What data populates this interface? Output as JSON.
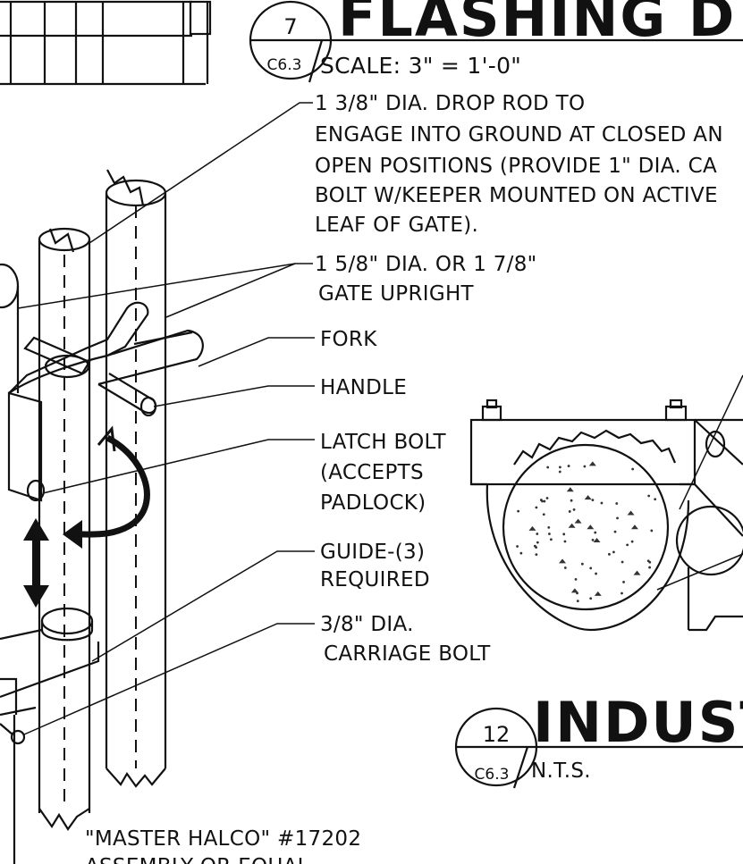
{
  "detail_7": {
    "number": "7",
    "sheet": "C6.3",
    "title": "FLASHING D",
    "scale": "SCALE: 3\" = 1'-0\""
  },
  "detail_12": {
    "number": "12",
    "sheet": "C6.3",
    "title": "INDUST",
    "scale": "N.T.S."
  },
  "callouts": {
    "drop_rod": [
      "1 3/8\" DIA. DROP ROD TO",
      "ENGAGE INTO GROUND AT CLOSED AN",
      "OPEN POSITIONS (PROVIDE 1\" DIA. CA",
      "BOLT W/KEEPER MOUNTED ON ACTIVE",
      "LEAF OF GATE)."
    ],
    "gate_upright": [
      "1 5/8\" DIA. OR 1 7/8\"",
      "GATE UPRIGHT"
    ],
    "fork": "FORK",
    "handle": "HANDLE",
    "latch_bolt": [
      "LATCH BOLT",
      "(ACCEPTS",
      "PADLOCK)"
    ],
    "guide": [
      "GUIDE-(3)",
      "REQUIRED"
    ],
    "carriage_bolt": [
      "3/8\" DIA.",
      "CARRIAGE BOLT"
    ],
    "master_halco": [
      "\"MASTER HALCO\" #17202",
      "ASSEMBLY OR EQUAL"
    ]
  },
  "colors": {
    "ink": "#111111",
    "paper": "#ffffff",
    "concrete_dot": "#333333"
  }
}
